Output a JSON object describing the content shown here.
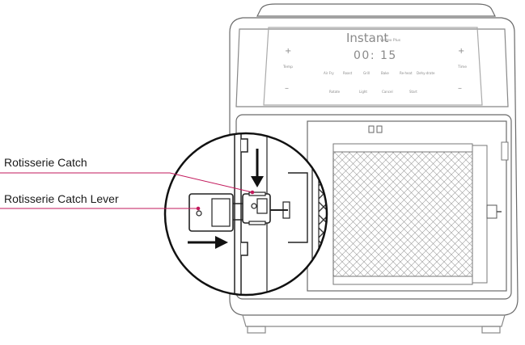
{
  "callouts": {
    "catch": "Rotisserie Catch",
    "lever": "Rotisserie Catch Lever"
  },
  "panel": {
    "brand": "Instant",
    "model": "Vortex Plus",
    "display": "00: 15",
    "temp_label": "Temp",
    "time_label": "Time",
    "plus": "+",
    "minus": "–",
    "row1": [
      "Air Fry",
      "Roast",
      "Grill",
      "Bake",
      "Re-heat",
      "Dehy-drate"
    ],
    "row2": [
      "Rotate",
      "Light",
      "Cancel",
      "Start"
    ]
  },
  "colors": {
    "line": "#555555",
    "leader": "#c2185b",
    "arrow": "#111111"
  }
}
